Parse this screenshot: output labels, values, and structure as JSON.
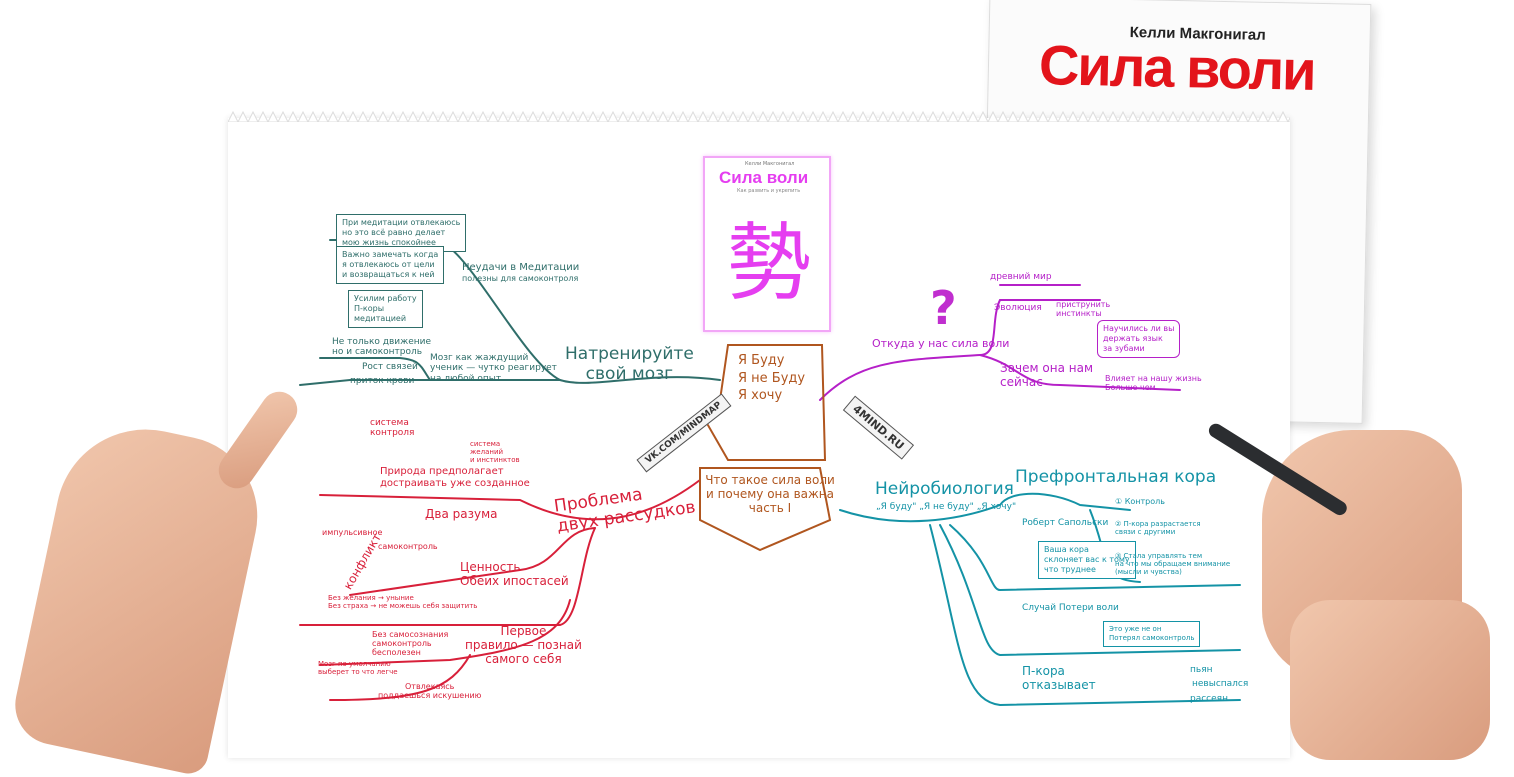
{
  "book": {
    "author": "Келли Макгонигал",
    "title": "Сила воли"
  },
  "mini_book": {
    "author": "Келли Макгонигал",
    "title": "Сила воли",
    "subtitle": "Как развить и укрепить",
    "glyph": "勢"
  },
  "center": {
    "speech": [
      "Я Буду",
      "Я не Буду",
      "Я хочу"
    ],
    "title": [
      "Что такое сила воли",
      "и почему она важна",
      "часть I"
    ],
    "sign_left": "VK.COM/MINDMAP",
    "sign_right": "4MIND.RU"
  },
  "green": {
    "main": [
      "Натренируйте",
      "свой мозг"
    ],
    "meditation": [
      "Неудачи в Медитации",
      "полезны для самоконтроля"
    ],
    "box1": [
      "При медитации отвлекаюсь",
      "но это всё равно делает",
      "мою жизнь спокойнее"
    ],
    "box2": [
      "Важно замечать когда",
      "я отвлекаюсь от цели",
      "и возвращаться к ней"
    ],
    "box3": [
      "Усилим работу",
      "П-коры",
      "медитацией"
    ],
    "movement": [
      "Не только движение",
      "но и самоконтроль"
    ],
    "growth": "Рост связей",
    "blood": "приток крови",
    "brain": [
      "Мозг как жаждущий",
      "ученик — чутко реагирует",
      "на любой опыт"
    ]
  },
  "red": {
    "main": [
      "Проблема",
      "двух рассудков"
    ],
    "control": [
      "система",
      "контроля"
    ],
    "desire": [
      "система",
      "желаний",
      "и инстинктов"
    ],
    "nature": [
      "Природа предполагает",
      "достраивать уже созданное"
    ],
    "two_minds": "Два разума",
    "conflict": "конфликт",
    "impulsive": "импульсивное",
    "self_control": "самоконтроль",
    "value": [
      "Ценность",
      "Обеих ипостасей"
    ],
    "without1": "Без желания → уныние",
    "without2": "Без страха → не можешь себя защитить",
    "first_rule": [
      "Первое",
      "правило — познай",
      "самого себя"
    ],
    "awareness": [
      "Без самосознания",
      "самоконтроль",
      "бесполезен"
    ],
    "default": [
      "Мозг по умолчанию",
      "выберет то что легче"
    ],
    "excuse": [
      "Отвлекаясь",
      "поддаешься искушению"
    ]
  },
  "magenta": {
    "main": "Откуда у нас сила воли",
    "ancient": "древний мир",
    "evolution": "Эволюция",
    "instincts": [
      "приструнить",
      "инстинкты"
    ],
    "why_now": [
      "Зачем она нам",
      "сейчас"
    ],
    "tongue": [
      "Научились ли вы",
      "держать язык",
      "за зубами"
    ],
    "impact": [
      "Влияет на нашу жизнь",
      "Больше чем"
    ]
  },
  "cyan": {
    "main": "Нейробиология",
    "quotes": "„Я буду\" „Я не буду\" „Я хочу\"",
    "pfc": "Префронтальная кора",
    "sapolsky": "Роберт Сапольски",
    "quote_box": [
      "Ваша кора",
      "склоняет вас к тому",
      "что труднее"
    ],
    "point1": "① Контроль",
    "point2": [
      "② П-кора разрастается",
      "связи с другими"
    ],
    "point3": [
      "③ Стала управлять тем",
      "на что мы обращаем внимание",
      "(мысли и чувства)"
    ],
    "loss": "Случай Потери воли",
    "loss_box": [
      "Это уже не он",
      "Потерял самоконтроль"
    ],
    "pfc_fails": [
      "П-кора",
      "отказывает"
    ],
    "drunk": "пьян",
    "sleepy": "невыспался",
    "distracted": "рассеян"
  }
}
